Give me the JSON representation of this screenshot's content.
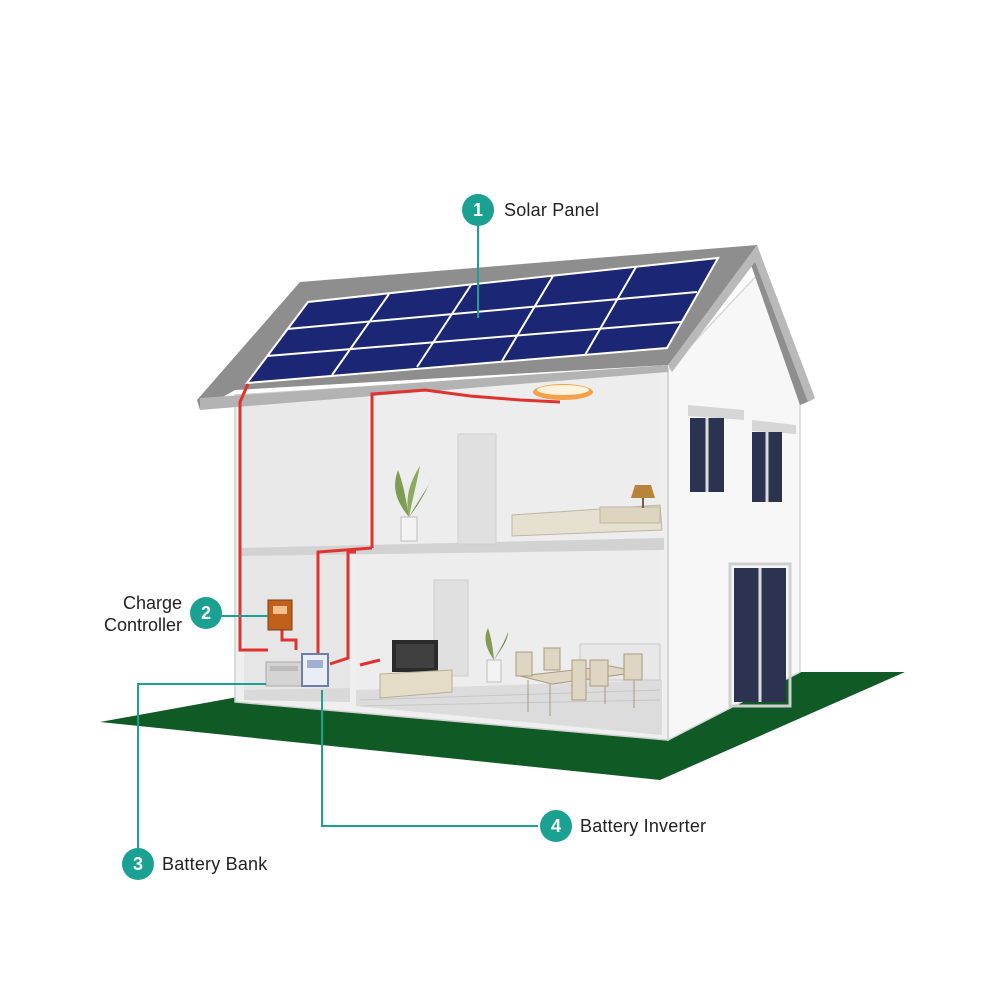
{
  "colors": {
    "accent": "#1aa192",
    "wire": "#e0322f",
    "grass": "#0f5a25",
    "panel": "#1c2a7a",
    "roof": "#8e8e8e",
    "wall": "#f4f4f4"
  },
  "callouts": [
    {
      "number": "1",
      "label": "Solar Panel"
    },
    {
      "number": "2",
      "label_line1": "Charge",
      "label_line2": "Controller"
    },
    {
      "number": "3",
      "label": "Battery Bank"
    },
    {
      "number": "4",
      "label": "Battery Inverter"
    }
  ]
}
